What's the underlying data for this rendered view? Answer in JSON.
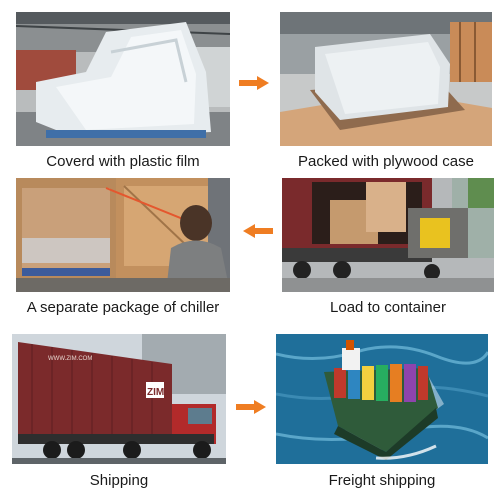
{
  "steps": [
    {
      "caption": "Coverd with plastic film"
    },
    {
      "caption": "Packed with plywood case"
    },
    {
      "caption": "A separate package of chiller"
    },
    {
      "caption": "Load to container"
    },
    {
      "caption": "Shipping"
    },
    {
      "caption": "Freight shipping"
    }
  ],
  "container": {
    "brand": "ZIM",
    "side_text": "WWW.ZIM.COM"
  },
  "colors": {
    "arrow": "#ef7d22",
    "caption": "#1a1a1a",
    "container_red": "#7a2a2c",
    "sea": "#1f6f9a"
  }
}
